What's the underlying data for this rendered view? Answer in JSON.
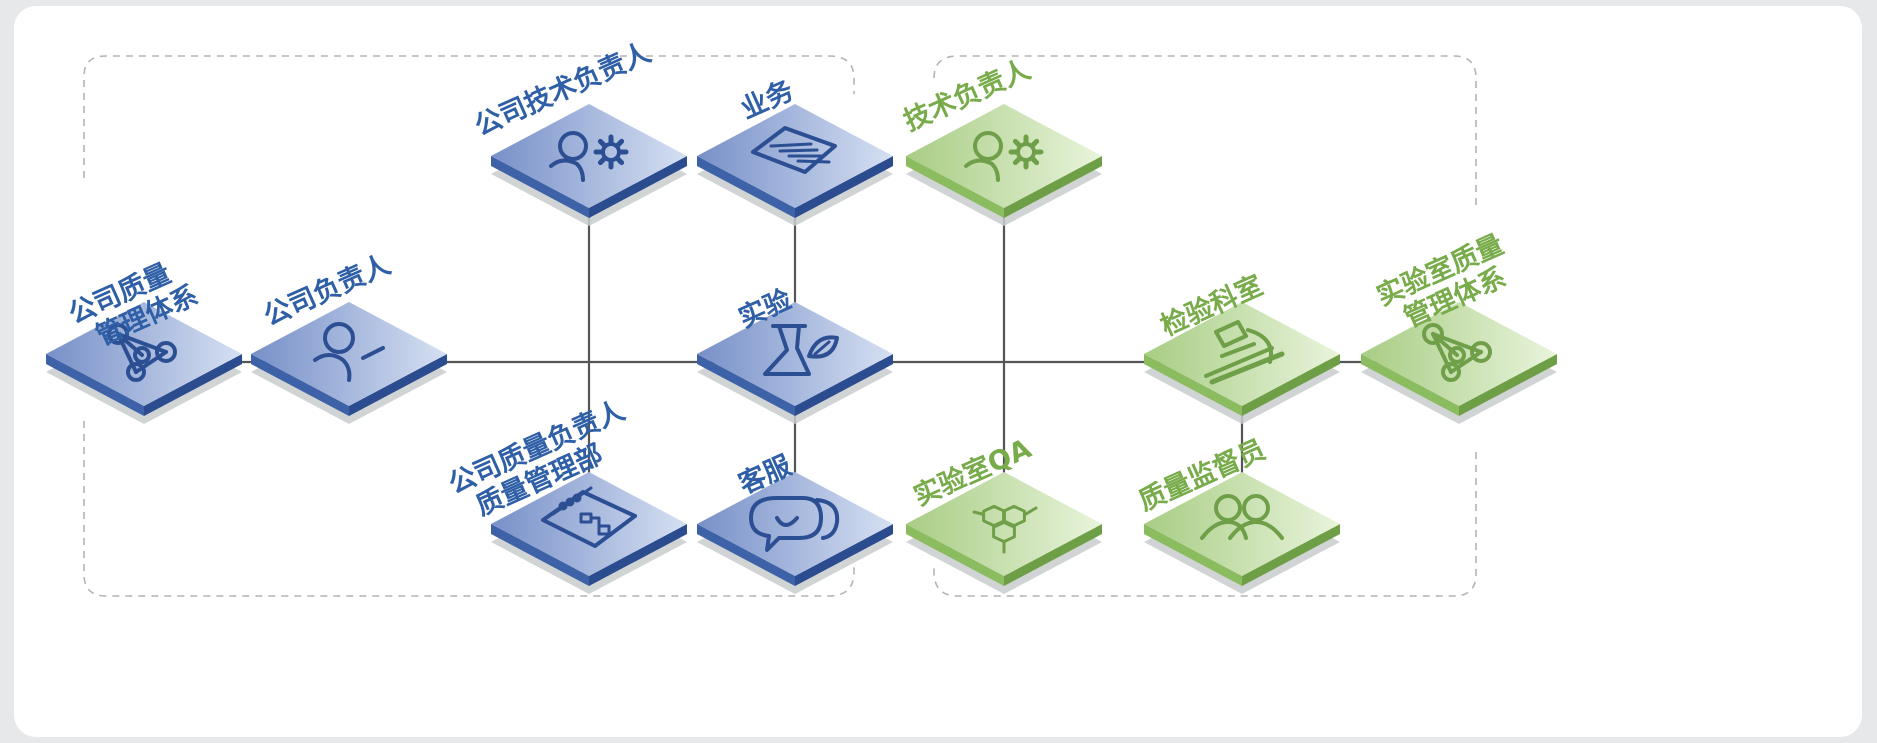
{
  "colors": {
    "blue_top_light": "#d6e0f2",
    "blue_top_dark": "#7790c8",
    "blue_side_left": "#3e62a8",
    "blue_side_right": "#2b4c8f",
    "blue_icon": "#2c4f93",
    "blue_text": "#2f5fa6",
    "green_top_light": "#e9f4dc",
    "green_top_dark": "#a8cd84",
    "green_side_left": "#8cbc60",
    "green_side_right": "#6e9f46",
    "green_icon": "#6f9f48",
    "green_text": "#78ab4a",
    "connector": "#555555",
    "dashed_border": "#b4b4b4",
    "shadow": "#c9ccce"
  },
  "nodes": [
    {
      "id": "corp-qms",
      "label_lines": [
        "公司质量",
        "管理体系"
      ],
      "icon": "network-icon",
      "theme": "blue"
    },
    {
      "id": "corp-head",
      "label_lines": [
        "公司负责人"
      ],
      "icon": "person-icon",
      "theme": "blue"
    },
    {
      "id": "corp-tech-head",
      "label_lines": [
        "公司技术负责人"
      ],
      "icon": "person-gear-icon",
      "theme": "blue"
    },
    {
      "id": "business",
      "label_lines": [
        "业务"
      ],
      "icon": "document-icon",
      "theme": "blue"
    },
    {
      "id": "experiment",
      "label_lines": [
        "实验"
      ],
      "icon": "flask-leaf-icon",
      "theme": "blue"
    },
    {
      "id": "corp-quality-head",
      "label_lines": [
        "公司质量负责人",
        "质量管理部"
      ],
      "icon": "browser-flowchart-icon",
      "theme": "blue"
    },
    {
      "id": "customer-service",
      "label_lines": [
        "客服"
      ],
      "icon": "chat-bubbles-icon",
      "theme": "blue"
    },
    {
      "id": "tech-head",
      "label_lines": [
        "技术负责人"
      ],
      "icon": "person-gear-icon",
      "theme": "green"
    },
    {
      "id": "lab-qa",
      "label_lines": [
        "实验室QA"
      ],
      "icon": "molecule-icon",
      "theme": "green"
    },
    {
      "id": "inspection-dept",
      "label_lines": [
        "检验科室"
      ],
      "icon": "microscope-icon",
      "theme": "green"
    },
    {
      "id": "quality-supervisor",
      "label_lines": [
        "质量监督员"
      ],
      "icon": "people-icon",
      "theme": "green"
    },
    {
      "id": "lab-qms",
      "label_lines": [
        "实验室质量",
        "管理体系"
      ],
      "icon": "network-icon",
      "theme": "green"
    }
  ]
}
